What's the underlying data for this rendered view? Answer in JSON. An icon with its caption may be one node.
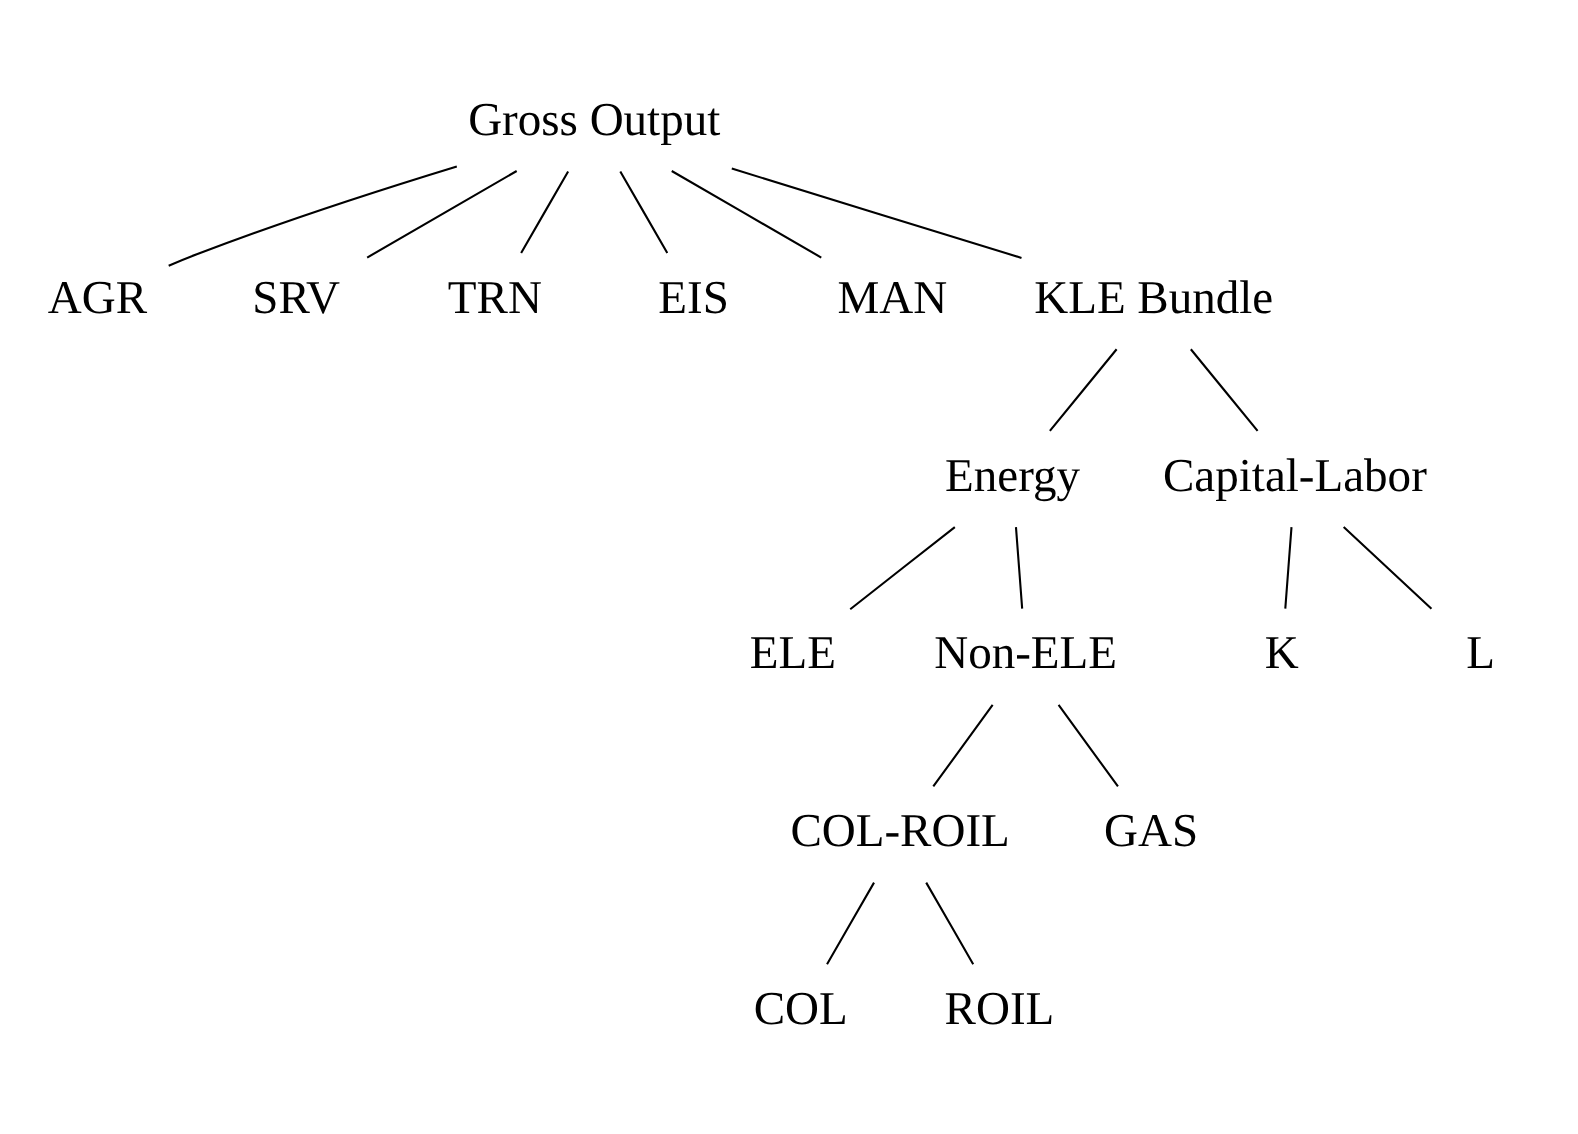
{
  "diagram": {
    "nodes": [
      {
        "text": [
          "Gross Output"
        ]
      },
      {
        "text": [
          "AGR"
        ]
      },
      {
        "text": [
          "SRV"
        ]
      },
      {
        "text": [
          "TRN"
        ]
      },
      {
        "text": [
          "EIS"
        ]
      },
      {
        "text": [
          "MAN"
        ]
      },
      {
        "text": [
          "KLE Bundle"
        ]
      },
      {
        "text": [
          "Energy"
        ]
      },
      {
        "text": [
          "Capital-Labor"
        ]
      },
      {
        "text": [
          "ELE"
        ]
      },
      {
        "text": [
          "Non-ELE"
        ]
      },
      {
        "text": [
          "K"
        ]
      },
      {
        "text": [
          "L"
        ]
      },
      {
        "text": [
          "COL-ROIL"
        ]
      },
      {
        "text": [
          "GAS"
        ]
      },
      {
        "text": [
          "COL"
        ]
      },
      {
        "text": [
          "ROIL"
        ]
      }
    ],
    "edges": [
      {
        "from": 0,
        "to": 1,
        "arrow": "none"
      },
      {
        "from": 0,
        "to": 2,
        "arrow": "none"
      },
      {
        "from": 0,
        "to": 3,
        "arrow": "none"
      },
      {
        "from": 0,
        "to": 4,
        "arrow": "none"
      },
      {
        "from": 0,
        "to": 5,
        "arrow": "none"
      },
      {
        "from": 0,
        "to": 6,
        "arrow": "none"
      },
      {
        "from": 6,
        "to": 7,
        "arrow": "none"
      },
      {
        "from": 6,
        "to": 8,
        "arrow": "none"
      },
      {
        "from": 7,
        "to": 9,
        "arrow": "none"
      },
      {
        "from": 7,
        "to": 10,
        "arrow": "none"
      },
      {
        "from": 8,
        "to": 11,
        "arrow": "none"
      },
      {
        "from": 8,
        "to": 12,
        "arrow": "none"
      },
      {
        "from": 10,
        "to": 13,
        "arrow": "none"
      },
      {
        "from": 10,
        "to": 14,
        "arrow": "none"
      },
      {
        "from": 13,
        "to": 15,
        "arrow": "none"
      },
      {
        "from": 13,
        "to": 16,
        "arrow": "none"
      }
    ]
  }
}
